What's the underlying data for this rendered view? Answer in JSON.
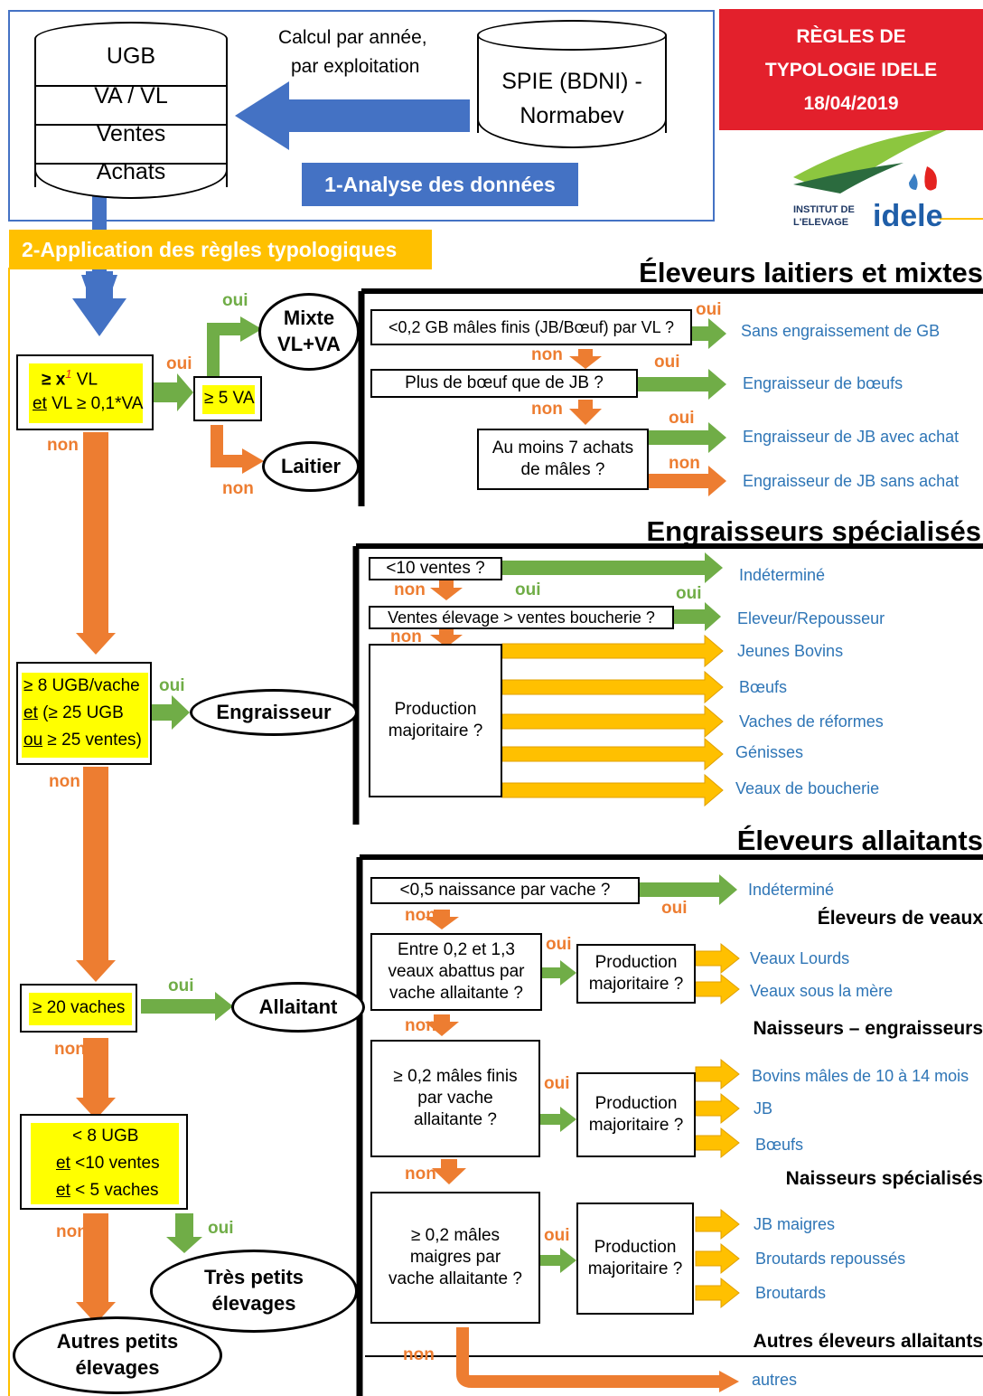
{
  "db": {
    "rows": [
      "UGB",
      "VA / VL",
      "Ventes",
      "Achats"
    ]
  },
  "calc_label_1": "Calcul par année,",
  "calc_label_2": "par exploitation",
  "source": {
    "line1": "SPIE (BDNI) -",
    "line2": "Normabev"
  },
  "step1": "1-Analyse des données",
  "step2": "2-Application des règles typologiques",
  "title_box": {
    "line1": "RÈGLES DE",
    "line2": "TYPOLOGIE IDELE",
    "line3": "18/04/2019"
  },
  "logo": {
    "small1": "INSTITUT DE",
    "small2": "L'ELEVAGE",
    "big": "idele"
  },
  "words": {
    "oui": "oui",
    "non": "non"
  },
  "left": {
    "c1_line1": "≥ x",
    "c1_sup": "1",
    "c1_line1b": " VL",
    "c1_line2a": "et",
    "c1_line2b": " VL ≥ 0,1*VA",
    "c5va": "≥ 5 VA",
    "mixte": "Mixte VL+VA",
    "laitier": "Laitier",
    "c2_line1": "≥ 8 UGB/vache",
    "c2_line2a": "et",
    "c2_line2b": " (≥ 25 UGB",
    "c2_line3a": "ou",
    "c2_line3b": " ≥ 25 ventes)",
    "engraisseur": "Engraisseur",
    "c3": "≥ 20 vaches",
    "allaitant": "Allaitant",
    "c4_line1": "< 8 UGB",
    "c4_line2a": "et",
    "c4_line2b": " <10 ventes",
    "c4_line3a": "et",
    "c4_line3b": " < 5 vaches",
    "tres_petits": "Très petits élevages",
    "autres_petits": "Autres petits élevages"
  },
  "laitiers": {
    "title": "Éleveurs laitiers et mixtes",
    "q1": "<0,2 GB mâles finis (JB/Bœuf) par VL ?",
    "q2": "Plus de bœuf que de JB ?",
    "q3": "Au moins 7 achats de mâles ?",
    "r1": "Sans engraissement de GB",
    "r2": "Engraisseur de bœufs",
    "r3": "Engraisseur de JB avec achat",
    "r4": "Engraisseur de JB sans achat"
  },
  "engraisseurs": {
    "title": "Engraisseurs spécialisés",
    "q1": "<10 ventes ?",
    "q2": "Ventes élevage > ventes boucherie ?",
    "q3": "Production majoritaire ?",
    "results": [
      "Indéterminé",
      "Eleveur/Repousseur",
      "Jeunes Bovins",
      "Bœufs",
      "Vaches de réformes",
      "Génisses",
      "Veaux de boucherie"
    ]
  },
  "allaitants": {
    "title": "Éleveurs allaitants",
    "q1": "<0,5 naissance par vache ?",
    "r_indet": "Indéterminé",
    "sub_veaux": "Éleveurs de veaux",
    "q_veaux": "Entre 0,2 et 1,3 veaux abattus par vache allaitante ?",
    "prod": "Production majoritaire ?",
    "veaux_results": [
      "Veaux Lourds",
      "Veaux sous la mère"
    ],
    "sub_ne": "Naisseurs – engraisseurs",
    "q_ne": "≥ 0,2 mâles finis par vache allaitante ?",
    "ne_results": [
      "Bovins mâles de 10 à 14 mois",
      "JB",
      "Bœufs"
    ],
    "sub_ns": "Naisseurs spécialisés",
    "q_ns": "≥ 0,2 mâles maigres par vache allaitante ?",
    "ns_results": [
      "JB maigres",
      "Broutards repoussés",
      "Broutards"
    ],
    "sub_autres": "Autres éleveurs allaitants",
    "r_autres": "autres"
  }
}
